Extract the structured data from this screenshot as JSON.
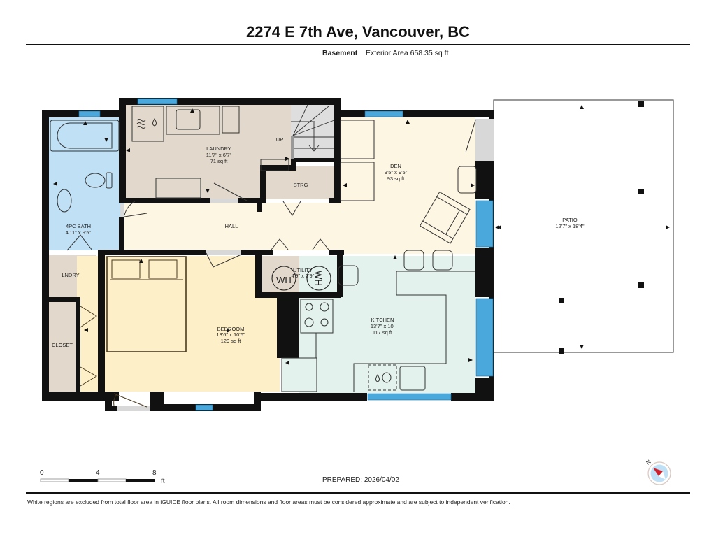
{
  "header": {
    "title": "2274 E 7th Ave, Vancouver, BC",
    "floor_name": "Basement",
    "exterior_area": "Exterior Area 658.35 sq ft"
  },
  "rooms": {
    "laundry": {
      "name": "LAUNDRY",
      "dims": "11'7\" x 6'7\"",
      "area": "71 sq ft",
      "color": "#e2d9cc"
    },
    "den": {
      "name": "DEN",
      "dims": "9'5\" x 9'5\"",
      "area": "93 sq ft",
      "color": "#fdf6e3"
    },
    "bath": {
      "name": "4PC BATH",
      "dims": "4'11\" x 9'5\"",
      "color": "#bfe0f5"
    },
    "hall": {
      "name": "HALL",
      "color": "#fdf6e3"
    },
    "strg": {
      "name": "STRG",
      "color": "#e2d9cc"
    },
    "lndry": {
      "name": "LNDRY",
      "color": "#e2d9cc"
    },
    "closet": {
      "name": "CLOSET",
      "color": "#e2d9cc"
    },
    "utility": {
      "name": "UTILITY",
      "dims": "4'9\" x 2'9\"",
      "color": "#e2d9cc"
    },
    "bedroom": {
      "name": "BEDROOM",
      "dims": "13'6\" x 10'6\"",
      "area": "129 sq ft",
      "color": "#fdefc8"
    },
    "kitchen": {
      "name": "KITCHEN",
      "dims": "13'7\" x 10'",
      "area": "117 sq ft",
      "color": "#e4f2ee"
    },
    "patio": {
      "name": "PATIO",
      "dims": "12'7\" x 18'4\"",
      "color": "#ffffff"
    }
  },
  "fixtures": {
    "stairs_label": "UP",
    "water_heater_1": "WH",
    "water_heater_2": "WH"
  },
  "colors": {
    "wall": "#111111",
    "window": "#4aa8dc",
    "doorway": "#d8d8d8"
  },
  "scale": {
    "ticks": [
      "0",
      "4",
      "8"
    ],
    "unit": "ft"
  },
  "footer": {
    "prepared": "PREPARED: 2026/04/02",
    "disclaimer": "White regions are excluded from total floor area in iGUIDE floor plans. All room dimensions and floor areas must be considered approximate and are subject to independent verification.",
    "compass_label": "N"
  }
}
